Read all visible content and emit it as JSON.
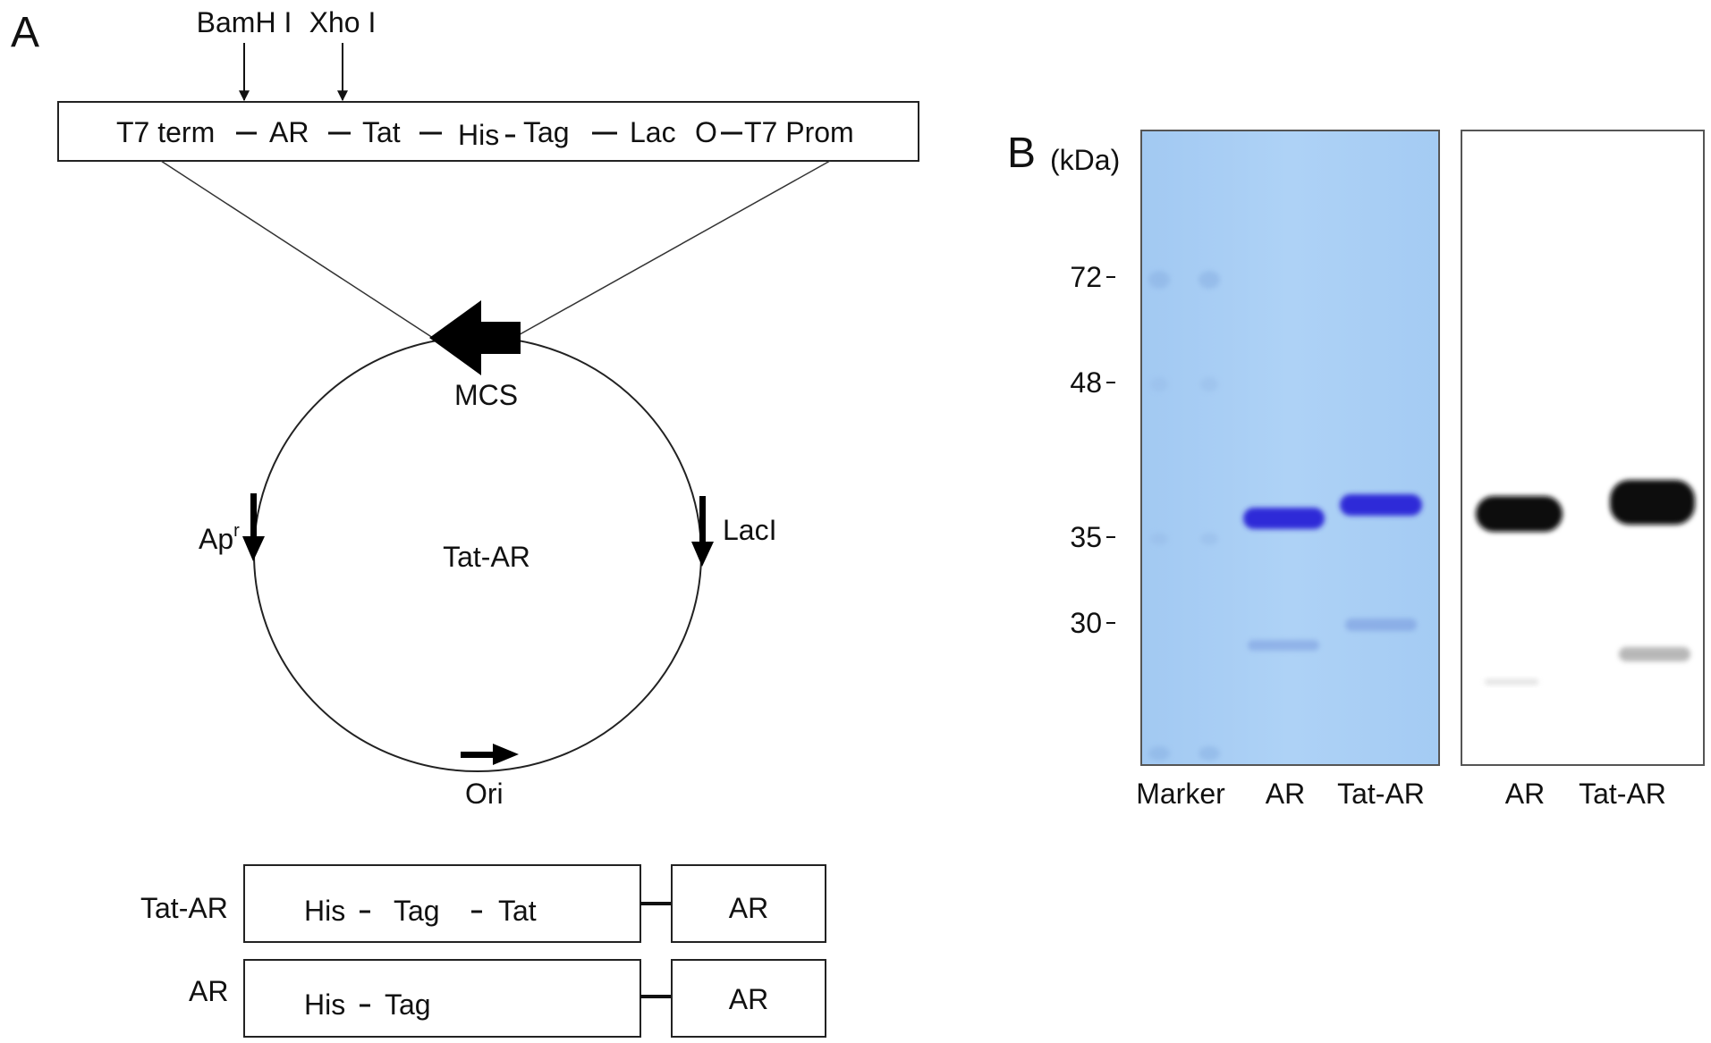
{
  "panel_a": {
    "label": "A",
    "sites": {
      "site1": "BamH I",
      "site2": "Xho I"
    },
    "cassette": {
      "t7_term": "T7 term",
      "ar": "AR",
      "tat": "Tat",
      "his": "His",
      "tag": "Tag",
      "lac": "Lac",
      "o": "O",
      "t7_prom": "T7 Prom"
    },
    "plasmid": {
      "name": "Tat-AR",
      "mcs": "MCS",
      "apr": "Ap",
      "apr_sup": "r",
      "laci": "LacI",
      "ori": "Ori"
    },
    "constructs": {
      "tat_ar": {
        "label": "Tat-AR",
        "his": "His",
        "tag": "Tag",
        "tat": "Tat",
        "ar": "AR"
      },
      "ar": {
        "label": "AR",
        "his": "His",
        "tag": "Tag",
        "ar": "AR"
      }
    }
  },
  "panel_b": {
    "label": "B",
    "units": "(kDa)",
    "markers": [
      "72",
      "48",
      "35",
      "30"
    ],
    "gel_lanes": [
      "Marker",
      "AR",
      "Tat-AR"
    ],
    "blot_lanes": [
      "AR",
      "Tat-AR"
    ]
  },
  "colors": {
    "gel_bg": "#a8cdf3",
    "band_blue": "#2d2bd8",
    "blot_band": "#0b0b0b",
    "line": "#222222"
  }
}
